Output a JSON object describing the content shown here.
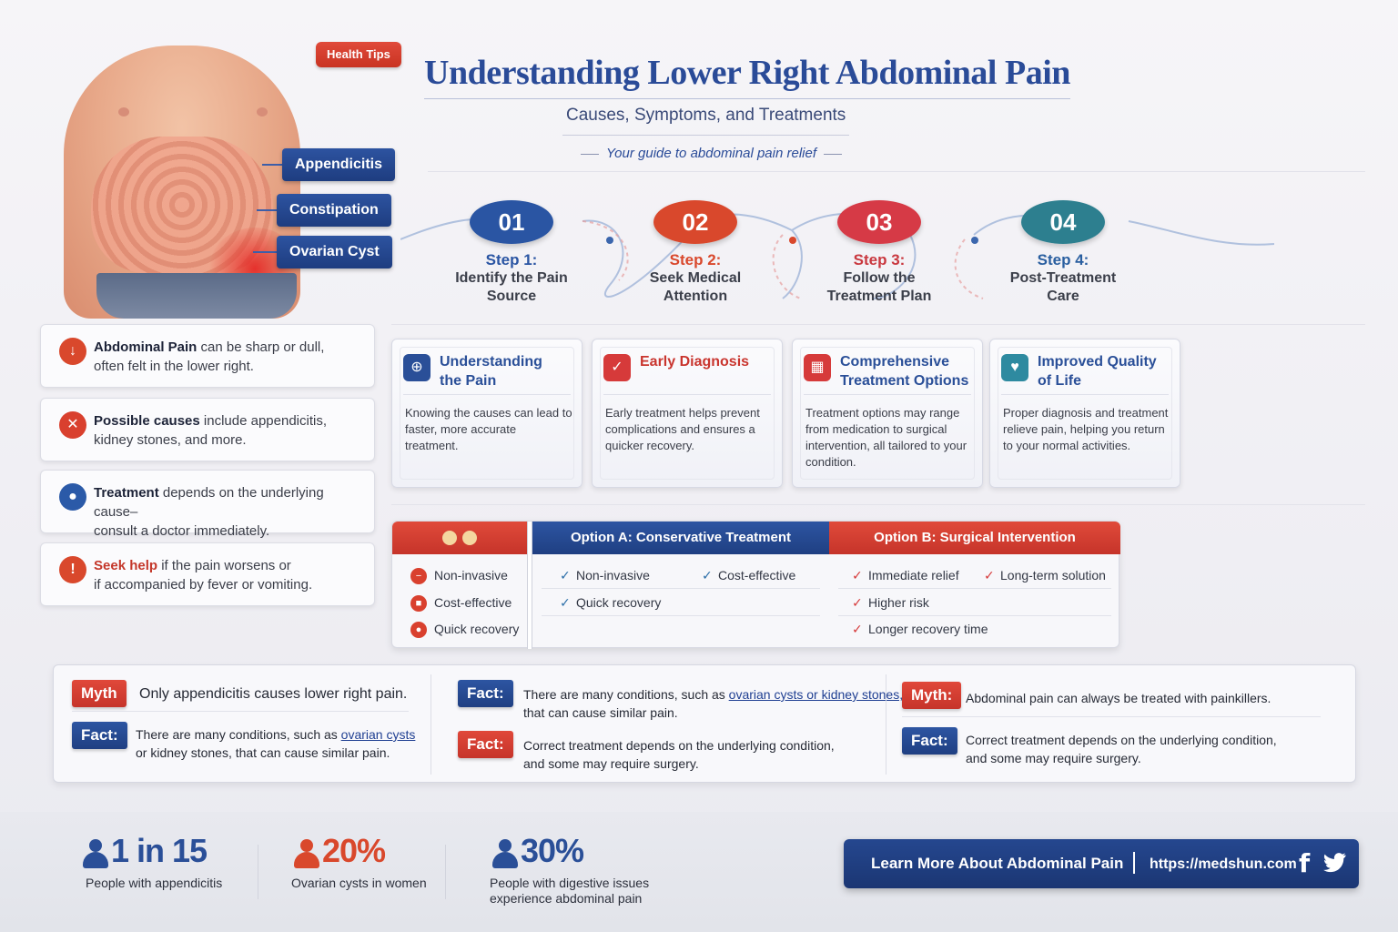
{
  "badge": "Health Tips",
  "title": "Understanding Lower Right Abdominal Pain",
  "subtitle": "Causes, Symptoms, and Treatments",
  "tagline": "Your guide to abdominal pain relief",
  "callouts": [
    "Appendicitis",
    "Constipation",
    "Ovarian Cyst"
  ],
  "steps": [
    {
      "num": "01",
      "title": "Step 1:",
      "desc1": "Identify the Pain",
      "desc2": "Source",
      "color": "#2a55a3",
      "titleColor": "#2a55a3"
    },
    {
      "num": "02",
      "title": "Step 2:",
      "desc1": "Seek Medical",
      "desc2": "Attention",
      "color": "#d9482c",
      "titleColor": "#d9482c"
    },
    {
      "num": "03",
      "title": "Step 3:",
      "desc1": "Follow the",
      "desc2": "Treatment Plan",
      "color": "#d63a46",
      "titleColor": "#c9383f"
    },
    {
      "num": "04",
      "title": "Step 4:",
      "desc1": "Post-Treatment",
      "desc2": "Care",
      "color": "#2d7f8f",
      "titleColor": "#2a5fa0"
    }
  ],
  "info": [
    {
      "bold": "Abdominal Pain",
      "rest": " can be sharp or dull,",
      "line2": "often felt in the lower right.",
      "icon": "pain-icon",
      "color": "#d9482c",
      "glyph": "↓"
    },
    {
      "bold": "Possible causes",
      "rest": " include appendicitis,",
      "line2": "kidney stones, and more.",
      "icon": "x-circle-icon",
      "color": "#d9402e",
      "glyph": "✕"
    },
    {
      "bold": "Treatment",
      "rest": " depends on the underlying cause–",
      "line2": "consult a doctor immediately.",
      "icon": "pill-icon",
      "color": "#2b5aa8",
      "glyph": "●"
    },
    {
      "bold": "Seek help",
      "rest": " if the pain worsens or",
      "line2": "if accompanied by fever or vomiting.",
      "icon": "alert-icon",
      "color": "#d9482c",
      "glyph": "!"
    }
  ],
  "benefits": [
    {
      "t1": "Understanding",
      "t2": "the Pain",
      "text": "Knowing the causes can lead to faster, more accurate treatment.",
      "icon": "target-icon",
      "color": "#2a4f98",
      "titleColor": "#2a4f98",
      "glyph": "⊕"
    },
    {
      "t1": "Early Diagnosis",
      "t2": "",
      "text": "Early treatment helps prevent complications and ensures a quicker recovery.",
      "icon": "checkbox-icon",
      "color": "#d63a3a",
      "titleColor": "#c9352e",
      "glyph": "✓"
    },
    {
      "t1": "Comprehensive",
      "t2": "Treatment Options",
      "text": "Treatment options may range from medication to surgical intervention, all tailored to your condition.",
      "icon": "grid-icon",
      "color": "#d63a3a",
      "titleColor": "#2a4f98",
      "glyph": "▦"
    },
    {
      "t1": "Improved Quality",
      "t2": "of Life",
      "text": "Proper diagnosis and treatment relieve pain, helping you return to your normal activities.",
      "icon": "heart-icon",
      "color": "#2e8aa0",
      "titleColor": "#2a4f98",
      "glyph": "♥"
    }
  ],
  "compare": {
    "left": [
      "Non-invasive",
      "Cost-effective",
      "Quick recovery"
    ],
    "optA": {
      "head": "Option A: Conservative Treatment",
      "items": [
        "Non-invasive",
        "Cost-effective",
        "Quick recovery"
      ]
    },
    "optB": {
      "head": "Option B: Surgical Intervention",
      "items": [
        "Immediate relief",
        "Long-term solution",
        "Higher risk",
        "Longer recovery time"
      ]
    }
  },
  "myths": {
    "c1": {
      "myth": "Myth",
      "mythText": "Only appendicitis causes lower right pain.",
      "fact": "Fact:",
      "factA": "There are many conditions, such as ",
      "factLink": "ovarian cysts",
      "factB": "or kidney stones, that can cause similar pain."
    },
    "c2": {
      "fact1": "Fact:",
      "fact1A": "There are many conditions, such as ",
      "fact1Link": "ovarian cysts or kidney stones,",
      "fact1B": "that can cause similar pain.",
      "fact2": "Fact:",
      "fact2A": "Correct treatment depends on the underlying condition,",
      "fact2B": "and some may require surgery."
    },
    "c3": {
      "myth": "Myth:",
      "mythText": "Abdominal pain can always be treated with painkillers.",
      "fact": "Fact:",
      "factA": "Correct treatment depends on the underlying condition,",
      "factB": "and some may require surgery."
    }
  },
  "stats": [
    {
      "value": "1 in 15",
      "label1": "People with appendicitis",
      "label2": "",
      "color": "#2a4f98"
    },
    {
      "value": "20%",
      "label1": "Ovarian cysts in women",
      "label2": "",
      "color": "#d9482c"
    },
    {
      "value": "30%",
      "label1": "People with digestive issues",
      "label2": "experience abdominal pain",
      "color": "#2a4f98"
    }
  ],
  "cta": {
    "label": "Learn More About Abdominal Pain",
    "url": "https://medshun.com",
    "fb": "f",
    "tw": "🐦"
  }
}
